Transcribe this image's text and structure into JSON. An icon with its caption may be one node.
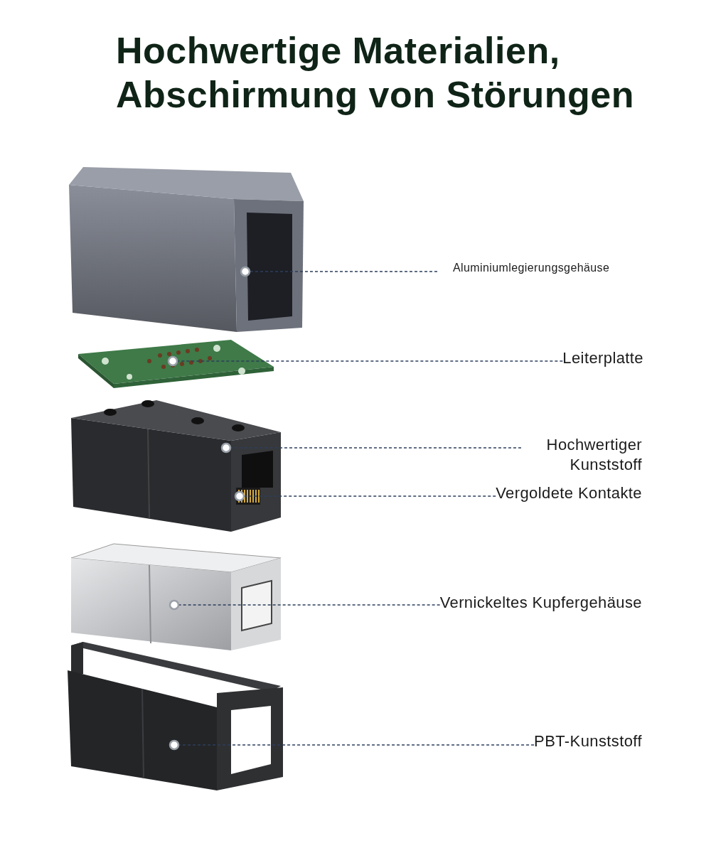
{
  "diagram": {
    "title": "Hochwertige Materialien, Abschirmung von Störungen",
    "nodes": [
      {
        "text": [
          "Aluminiumlegierungsgehäuse"
        ]
      },
      {
        "text": [
          "Leiterplatte"
        ]
      },
      {
        "text": [
          "Hochwertiger Kunststoff"
        ]
      },
      {
        "text": [
          "Vergoldete Kontakte"
        ]
      },
      {
        "text": [
          "Vernickeltes Kupfergehäuse"
        ]
      },
      {
        "text": [
          "PBT-Kunststoff"
        ]
      },
      {
        "text": [],
        "shape": "picture"
      },
      {
        "text": [],
        "shape": "picture"
      },
      {
        "text": [],
        "shape": "picture"
      },
      {
        "text": [],
        "shape": "picture"
      },
      {
        "text": [],
        "shape": "picture"
      },
      {
        "text": [],
        "shape": "picture"
      }
    ],
    "edges": [
      {
        "from": 0,
        "to": 6,
        "arrow": "other",
        "style": "dashed"
      },
      {
        "from": 1,
        "to": 7,
        "arrow": "other",
        "style": "dashed"
      },
      {
        "from": 2,
        "to": 8,
        "arrow": "other",
        "style": "dashed"
      },
      {
        "from": 3,
        "to": 9,
        "arrow": "other",
        "style": "dashed"
      },
      {
        "from": 4,
        "to": 10,
        "arrow": "other",
        "style": "dashed"
      },
      {
        "from": 5,
        "to": 11,
        "arrow": "other",
        "style": "dashed"
      }
    ]
  }
}
